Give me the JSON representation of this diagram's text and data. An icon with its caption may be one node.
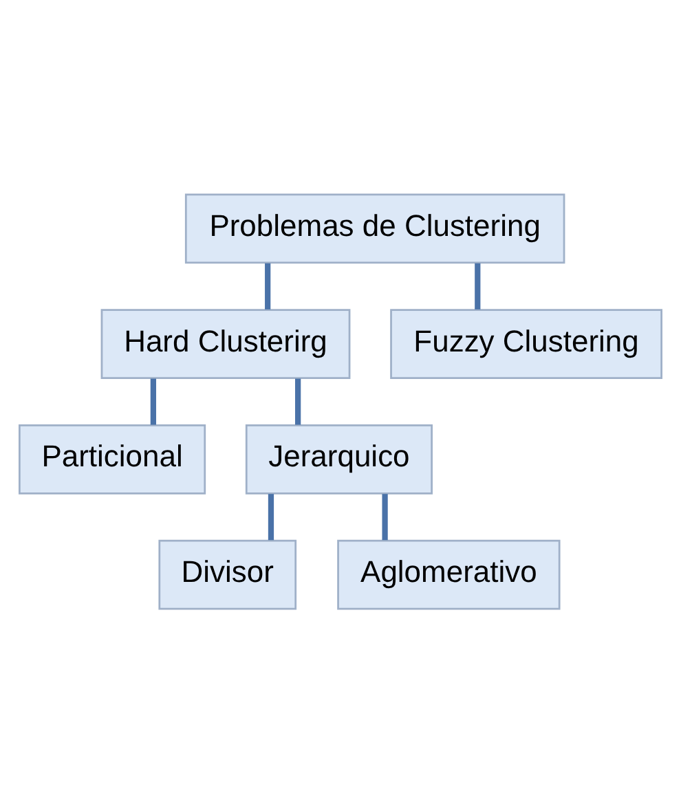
{
  "diagram": {
    "nodes": [
      {
        "text": [
          "Problemas de Clustering"
        ]
      },
      {
        "text": [
          "Hard Clusterirg"
        ]
      },
      {
        "text": [
          "Fuzzy Clustering"
        ]
      },
      {
        "text": [
          "Particional"
        ]
      },
      {
        "text": [
          "Jerarquico"
        ]
      },
      {
        "text": [
          "Divisor"
        ]
      },
      {
        "text": [
          "Aglomerativo"
        ]
      }
    ],
    "edges": [
      {
        "from": 0,
        "to": 1,
        "arrow": "none"
      },
      {
        "from": 0,
        "to": 2,
        "arrow": "none"
      },
      {
        "from": 1,
        "to": 3,
        "arrow": "none"
      },
      {
        "from": 1,
        "to": 4,
        "arrow": "none"
      },
      {
        "from": 4,
        "to": 5,
        "arrow": "none"
      },
      {
        "from": 4,
        "to": 6,
        "arrow": "none"
      }
    ]
  }
}
